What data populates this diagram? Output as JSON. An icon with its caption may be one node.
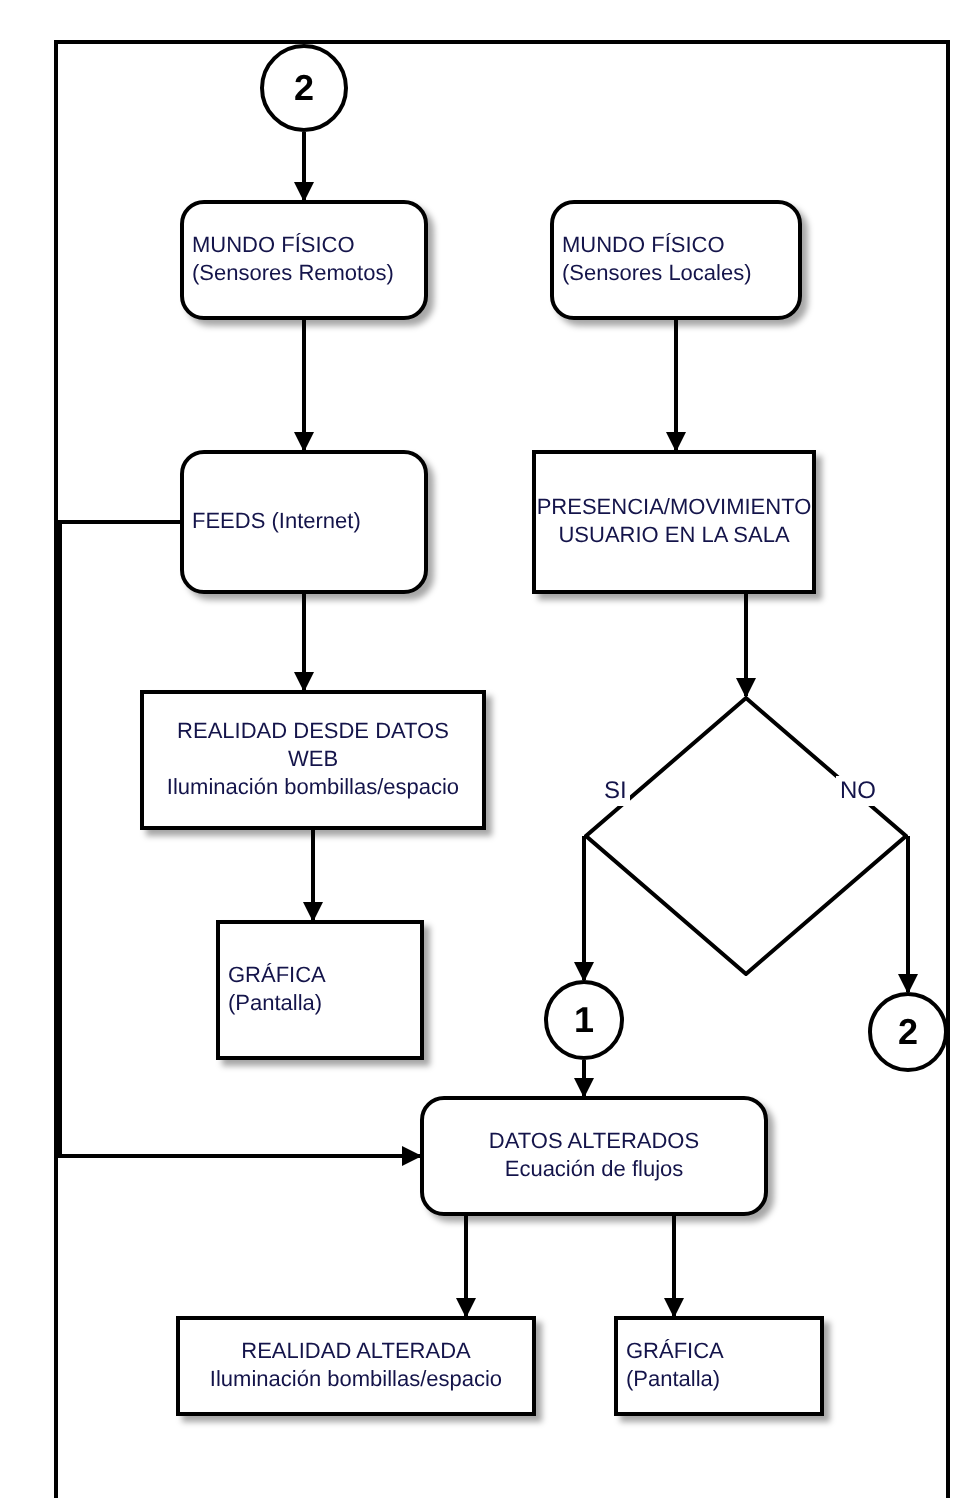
{
  "diagram": {
    "nodes": [
      {
        "text": [
          "2"
        ]
      },
      {
        "text": [
          "MUNDO FÍSICO",
          "(Sensores Remotos)"
        ]
      },
      {
        "text": [
          "MUNDO FÍSICO",
          "(Sensores Locales)"
        ]
      },
      {
        "text": [
          "FEEDS (Internet)"
        ]
      },
      {
        "text": [
          "PRESENCIA/MOVIMIENTO USUARIO EN LA SALA"
        ]
      },
      {
        "text": [
          "REALIDAD DESDE DATOS WEB",
          "Iluminación bombillas/espacio"
        ]
      },
      {
        "text": [],
        "shape": "diamond"
      },
      {
        "text": [
          "GRÁFICA",
          "(Pantalla)"
        ]
      },
      {
        "text": [
          "1"
        ]
      },
      {
        "text": [
          "2"
        ]
      },
      {
        "text": [
          "DATOS ALTERADOS",
          "Ecuación de flujos"
        ]
      },
      {
        "text": [
          "REALIDAD ALTERADA",
          "Iluminación bombillas/espacio"
        ]
      },
      {
        "text": [
          "GRÁFICA",
          "(Pantalla)"
        ]
      }
    ],
    "edges": [
      {
        "from": 0,
        "to": 1,
        "arrow": "to"
      },
      {
        "from": 1,
        "to": 3,
        "arrow": "to"
      },
      {
        "from": 2,
        "to": 4,
        "arrow": "to"
      },
      {
        "from": 3,
        "to": 5,
        "arrow": "to"
      },
      {
        "from": 4,
        "to": 6,
        "arrow": "to"
      },
      {
        "from": 5,
        "to": 7,
        "arrow": "to"
      },
      {
        "from": 6,
        "to": 8,
        "arrow": "to",
        "label": "SI"
      },
      {
        "from": 6,
        "to": 9,
        "arrow": "to",
        "label": "NO"
      },
      {
        "from": 8,
        "to": 10,
        "arrow": "to"
      },
      {
        "from": 3,
        "to": 10,
        "arrow": "to"
      },
      {
        "from": 10,
        "to": 11,
        "arrow": "to"
      },
      {
        "from": 10,
        "to": 12,
        "arrow": "to"
      }
    ]
  }
}
